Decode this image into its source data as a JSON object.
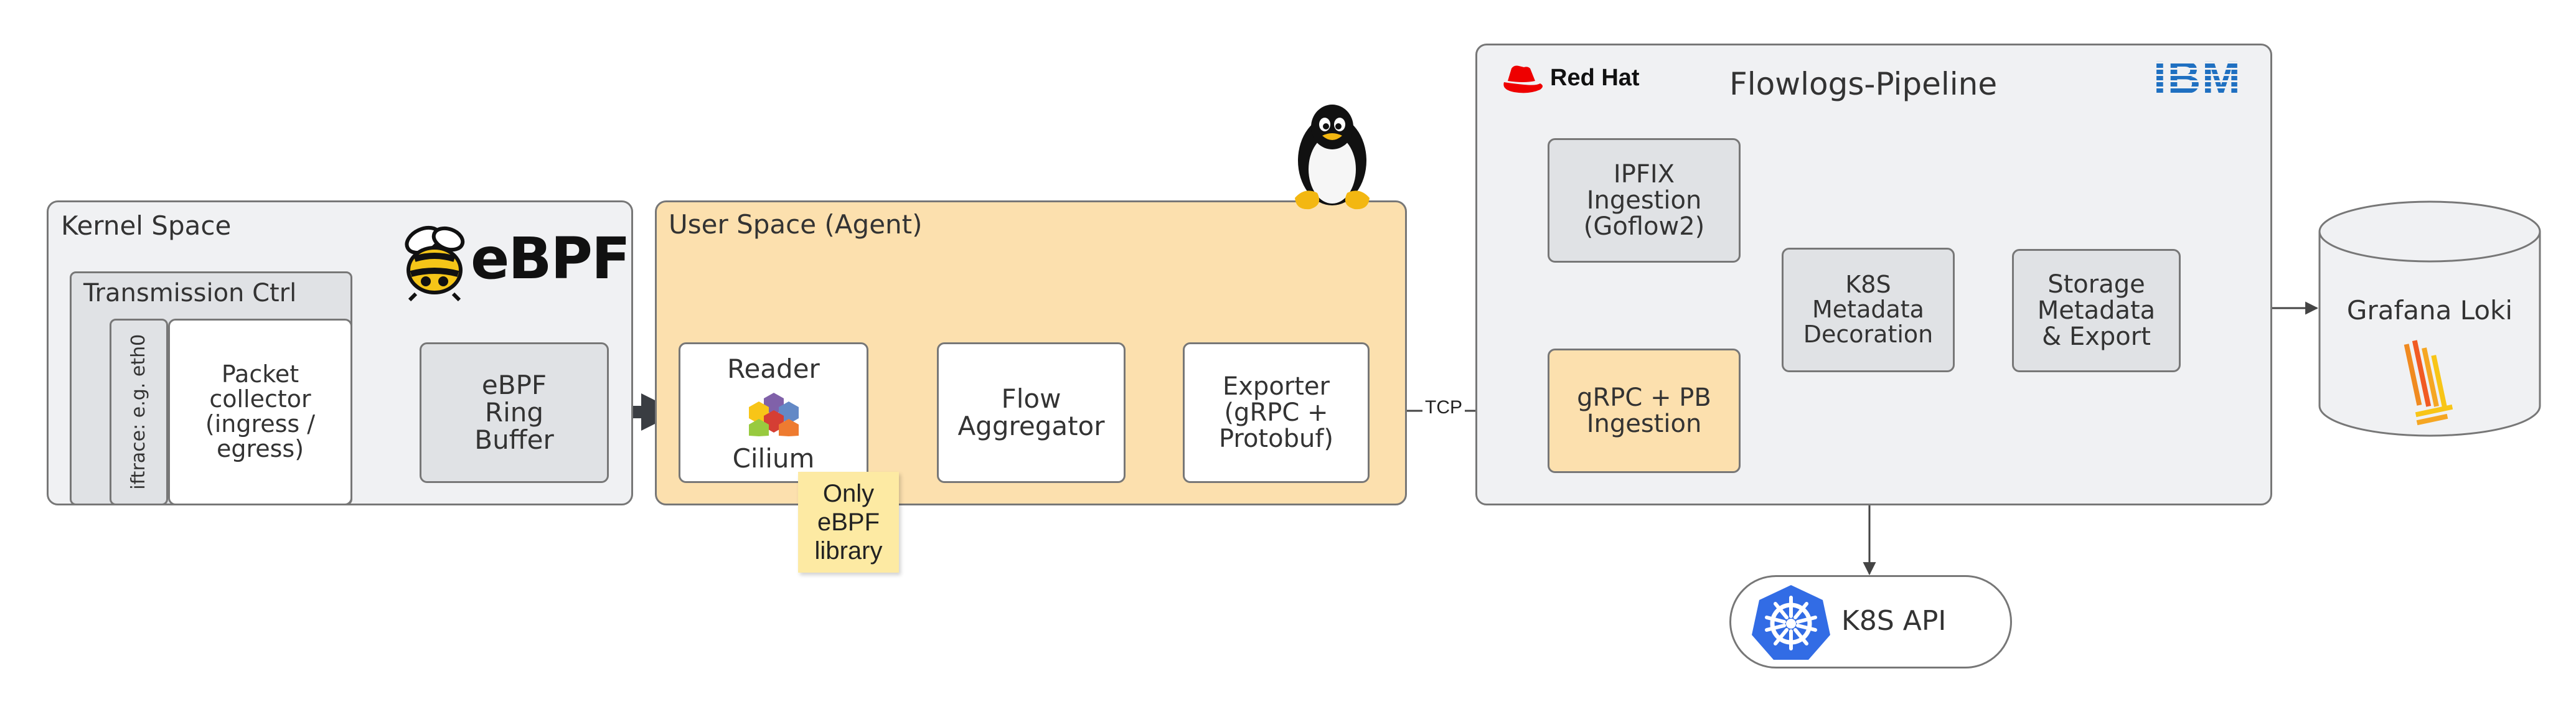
{
  "kernel": {
    "title": "Kernel Space",
    "logo_text": "eBPF",
    "transmission_title": "Transmission Ctrl",
    "iftrace_label": "iftrace: e.g. eth0",
    "packet_collector": "Packet\ncollector\n(ingress /\negress)",
    "ring_buffer": "eBPF\nRing\nBuffer"
  },
  "user": {
    "title": "User Space (Agent)",
    "reader": "Reader",
    "cilium": "Cilium",
    "flow_aggregator": "Flow\nAggregator",
    "exporter": "Exporter\n(gRPC +\nProtobuf)",
    "note": "Only\neBPF\nlibrary"
  },
  "connection_label": "TCP",
  "pipeline": {
    "title": "Flowlogs-Pipeline",
    "redhat_text": "Red Hat",
    "ibm_text": "IBM",
    "ipfix": "IPFIX\nIngestion\n(Goflow2)",
    "grpc_pb": "gRPC + PB\nIngestion",
    "k8s_decoration": "K8S\nMetadata\nDecoration",
    "storage": "Storage\nMetadata\n& Export"
  },
  "loki": {
    "label": "Grafana Loki"
  },
  "k8s_api": {
    "label": "K8S API"
  },
  "colors": {
    "panel_grey": "#f0f1f3",
    "panel_orange": "#fce0ae",
    "box_grey": "#e0e2e5",
    "note_yellow": "#fdeaa3",
    "arrow_dark": "#3a3d42",
    "kubernetes_blue": "#326ce5",
    "redhat_red": "#ee0000",
    "ibm_blue": "#1f70c1"
  }
}
